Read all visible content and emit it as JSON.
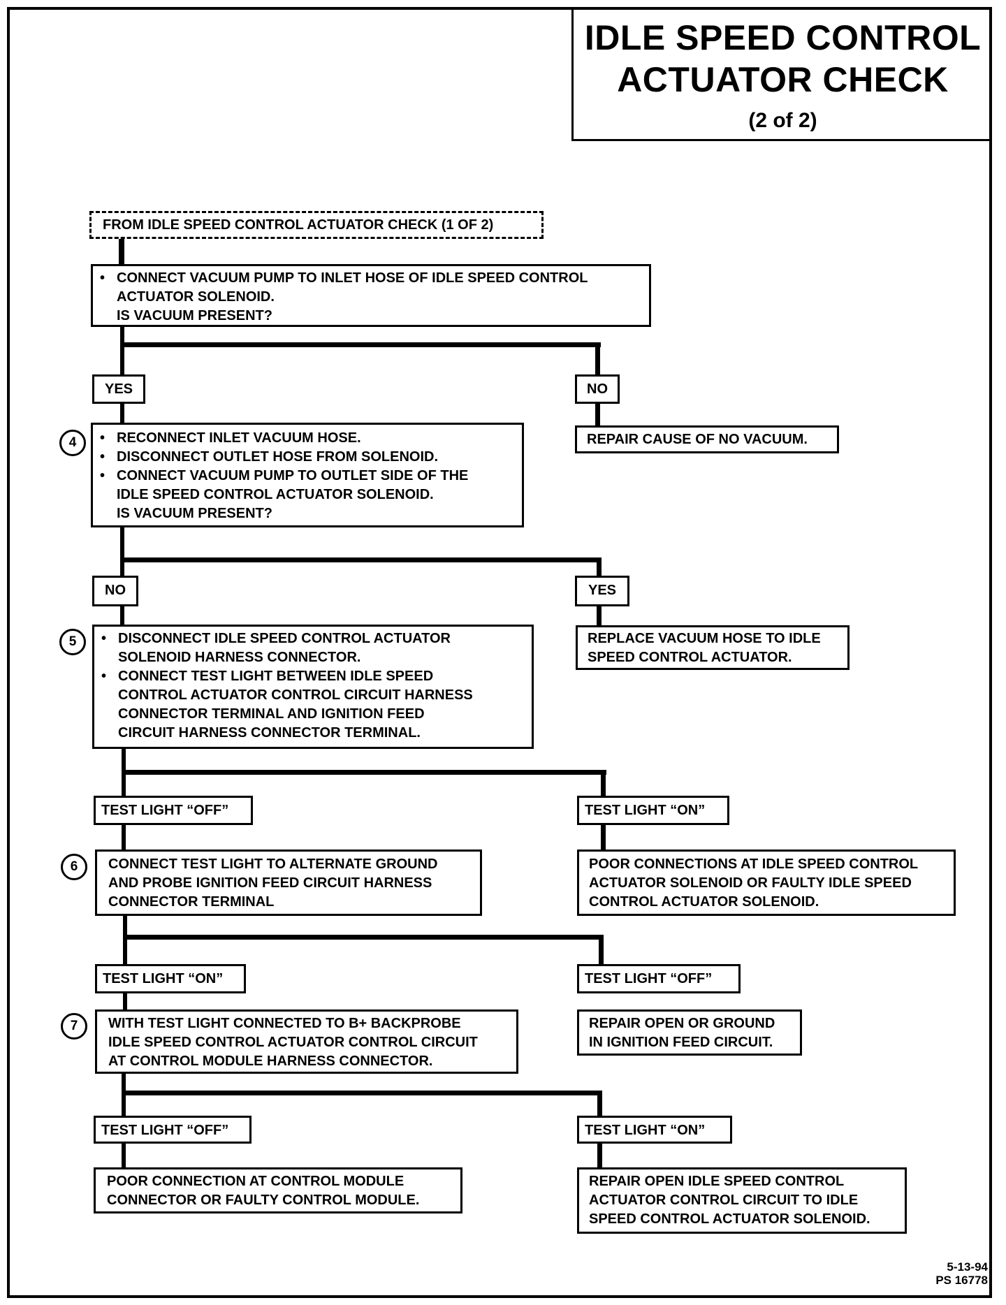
{
  "title": {
    "line1": "IDLE SPEED CONTROL",
    "line2": "ACTUATOR CHECK",
    "subtitle": "(2 of 2)"
  },
  "start": "FROM IDLE SPEED CONTROL ACTUATOR CHECK (1 OF 2)",
  "q1": {
    "bullet": "CONNECT VACUUM PUMP TO INLET HOSE OF IDLE SPEED CONTROL",
    "cont": "ACTUATOR SOLENOID.",
    "question": "IS VACUUM PRESENT?"
  },
  "q1_yes": "YES",
  "q1_no": "NO",
  "q1_no_result": "REPAIR CAUSE OF NO VACUUM.",
  "step4": {
    "number": "4",
    "b1": "RECONNECT INLET VACUUM HOSE.",
    "b2": "DISCONNECT OUTLET HOSE FROM SOLENOID.",
    "b3": "CONNECT VACUUM PUMP TO OUTLET SIDE OF THE",
    "b3_cont": "IDLE SPEED CONTROL ACTUATOR SOLENOID.",
    "question": "IS VACUUM PRESENT?"
  },
  "q2_no": "NO",
  "q2_yes": "YES",
  "q2_yes_result": [
    "REPLACE VACUUM HOSE TO IDLE",
    "SPEED CONTROL ACTUATOR."
  ],
  "step5": {
    "number": "5",
    "b1": "DISCONNECT IDLE SPEED CONTROL ACTUATOR",
    "b1_cont": "SOLENOID HARNESS CONNECTOR.",
    "b2": "CONNECT TEST LIGHT BETWEEN IDLE SPEED",
    "b2_cont": [
      "CONTROL ACTUATOR CONTROL CIRCUIT HARNESS",
      "CONNECTOR TERMINAL AND IGNITION FEED",
      "CIRCUIT HARNESS CONNECTOR TERMINAL."
    ]
  },
  "q3_off": "TEST LIGHT “OFF”",
  "q3_on": "TEST LIGHT “ON”",
  "q3_on_result": [
    "POOR CONNECTIONS AT IDLE SPEED CONTROL",
    "ACTUATOR SOLENOID OR FAULTY IDLE SPEED",
    "CONTROL ACTUATOR SOLENOID."
  ],
  "step6": {
    "number": "6",
    "lines": [
      "CONNECT TEST LIGHT TO ALTERNATE GROUND",
      "AND PROBE IGNITION FEED CIRCUIT HARNESS",
      "CONNECTOR TERMINAL"
    ]
  },
  "q4_on": "TEST LIGHT “ON”",
  "q4_off": "TEST LIGHT “OFF”",
  "q4_off_result": [
    "REPAIR OPEN OR GROUND",
    "IN IGNITION FEED CIRCUIT."
  ],
  "step7": {
    "number": "7",
    "lines": [
      "WITH TEST LIGHT CONNECTED TO  B+ BACKPROBE",
      "IDLE SPEED CONTROL ACTUATOR CONTROL CIRCUIT",
      "AT CONTROL MODULE HARNESS CONNECTOR."
    ]
  },
  "q5_off": "TEST LIGHT “OFF”",
  "q5_on": "TEST LIGHT “ON”",
  "q5_off_result": [
    "POOR CONNECTION AT CONTROL MODULE",
    "CONNECTOR OR FAULTY CONTROL MODULE."
  ],
  "q5_on_result": [
    "REPAIR OPEN IDLE SPEED CONTROL",
    "ACTUATOR CONTROL CIRCUIT TO IDLE",
    "SPEED CONTROL ACTUATOR SOLENOID."
  ],
  "footer": {
    "date": "5-13-94",
    "code": "PS 16778"
  }
}
